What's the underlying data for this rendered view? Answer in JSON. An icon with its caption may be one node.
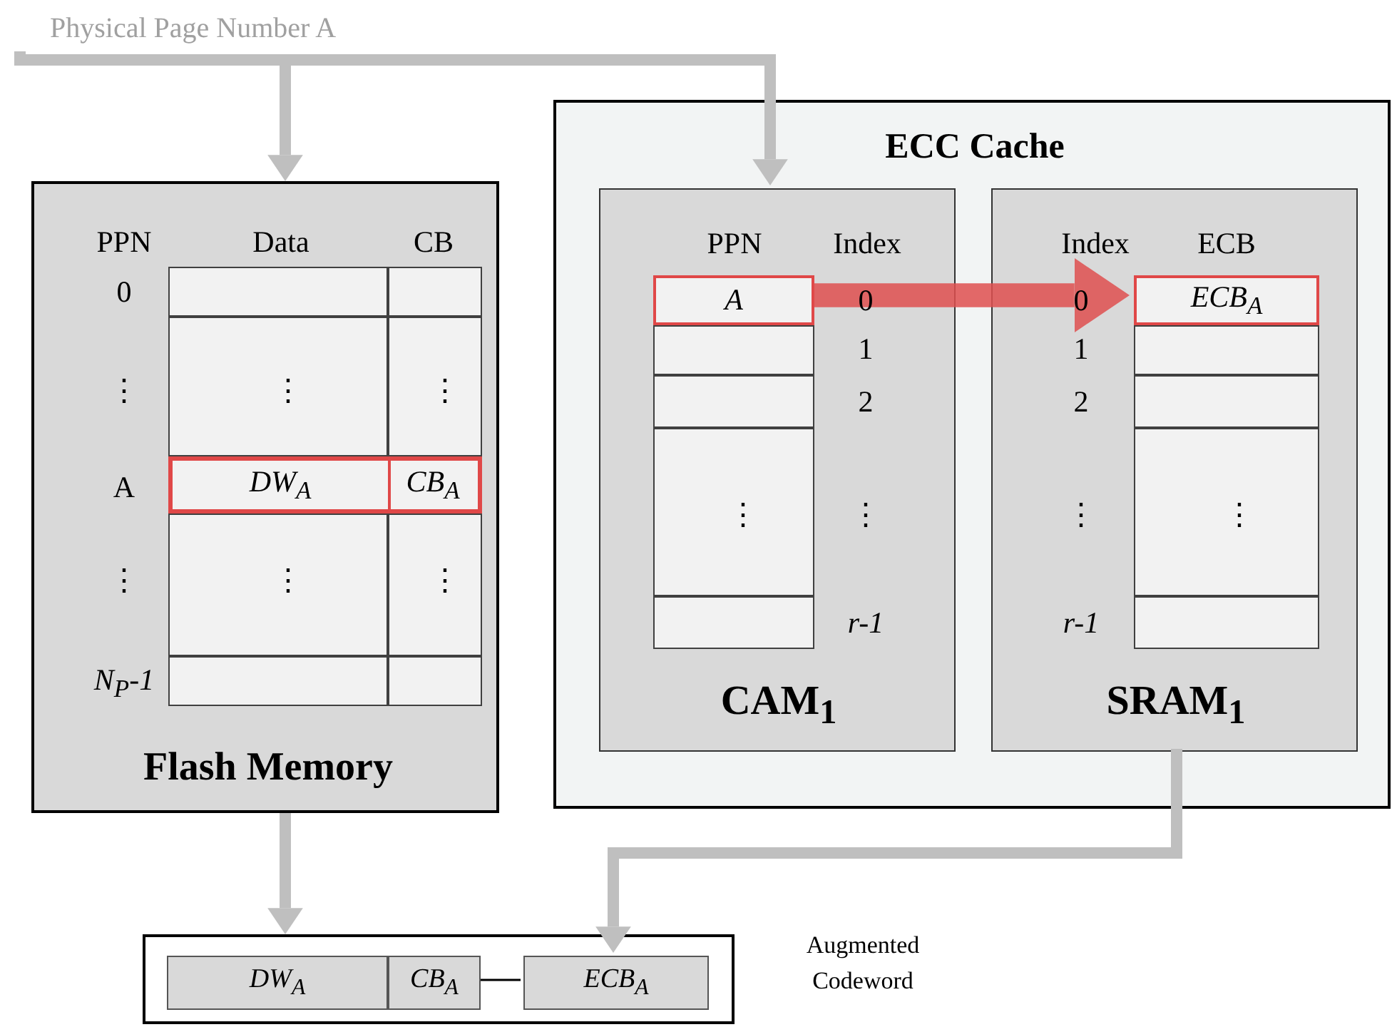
{
  "diagram": {
    "nodes": [
      {
        "text": [
          "Physical Page Number A"
        ]
      },
      {
        "text": [
          "Flash Memory"
        ]
      },
      {
        "text": [
          "DW$_{A}$",
          "CB$_{A}$"
        ],
        "in": 1
      },
      {
        "text": [
          "ECC Cache"
        ]
      },
      {
        "text": [
          "CAM$_{1}$"
        ],
        "in": 3
      },
      {
        "text": [
          "A"
        ],
        "in": 4
      },
      {
        "text": [
          "SRAM$_{1}$"
        ],
        "in": 3
      },
      {
        "text": [
          "ECB$_{A}$"
        ],
        "in": 6
      },
      {
        "text": [],
        "shape": "box",
        "beside": [
          "Augmented Codeword"
        ]
      },
      {
        "text": [
          "DW$_{A}$"
        ],
        "in": 8
      },
      {
        "text": [
          "CB$_{A}$"
        ],
        "in": 8
      },
      {
        "text": [
          "ECB$_{A}$"
        ],
        "in": 8
      }
    ],
    "edges": [
      {
        "from": 0,
        "to": 1,
        "arrow": "to"
      },
      {
        "from": 0,
        "to": 4,
        "arrow": "to"
      },
      {
        "from": 5,
        "to": 7,
        "arrow": "to",
        "style": "thick",
        "color": "#e05050"
      },
      {
        "from": 1,
        "to": 8,
        "arrow": "to"
      },
      {
        "from": 6,
        "to": 11,
        "arrow": "to"
      },
      {
        "from": 10,
        "to": 11,
        "arrow": "none",
        "color": "#000000"
      }
    ],
    "labels": [
      "PPN",
      "Data",
      "CB",
      "0",
      "⋮",
      "⋮",
      "⋮",
      "A",
      "⋮",
      "⋮",
      "⋮",
      "N$_{P}$-1",
      "PPN",
      "Index",
      "0",
      "1",
      "2",
      "⋮",
      "⋮",
      "r-1",
      "Index",
      "ECB",
      "0",
      "1",
      "2",
      "⋮",
      "⋮",
      "r-1"
    ]
  }
}
